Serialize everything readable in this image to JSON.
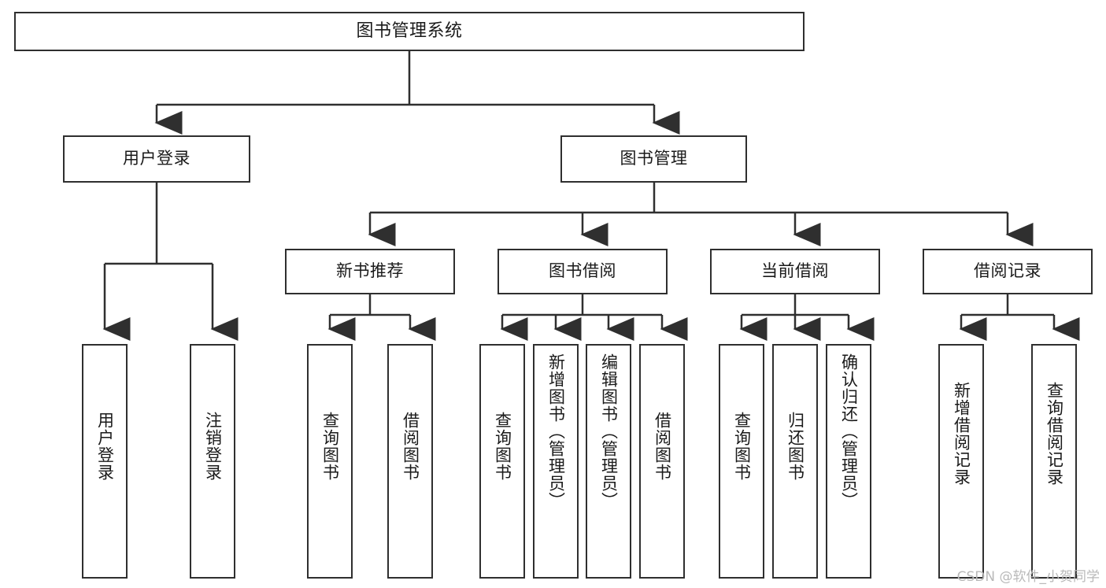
{
  "diagram": {
    "title": "图书管理系统",
    "watermark": "CSDN @软件_小贺同学",
    "line_color": "#2f2f2f",
    "box_fill": "#ffffff",
    "text_color": "#1a1a1a",
    "background": "#ffffff",
    "levels": {
      "root": {
        "label": "图书管理系统"
      },
      "level2": [
        {
          "label": "用户登录"
        },
        {
          "label": "图书管理"
        }
      ],
      "level3": [
        {
          "label": "新书推荐"
        },
        {
          "label": "图书借阅"
        },
        {
          "label": "当前借阅"
        },
        {
          "label": "借阅记录"
        }
      ],
      "leaves": {
        "user_login": [
          {
            "label": "用户登录"
          },
          {
            "label": "注销登录"
          }
        ],
        "new_book_recommend": [
          {
            "label": "查询图书"
          },
          {
            "label": "借阅图书"
          }
        ],
        "book_borrow": [
          {
            "label": "查询图书"
          },
          {
            "label": "新增图书（管理员）"
          },
          {
            "label": "编辑图书（管理员）"
          },
          {
            "label": "借阅图书"
          }
        ],
        "current_borrow": [
          {
            "label": "查询图书"
          },
          {
            "label": "归还图书"
          },
          {
            "label": "确认归还（管理员）"
          }
        ],
        "borrow_record": [
          {
            "label": "新增借阅记录"
          },
          {
            "label": "查询借阅记录"
          }
        ]
      }
    }
  }
}
